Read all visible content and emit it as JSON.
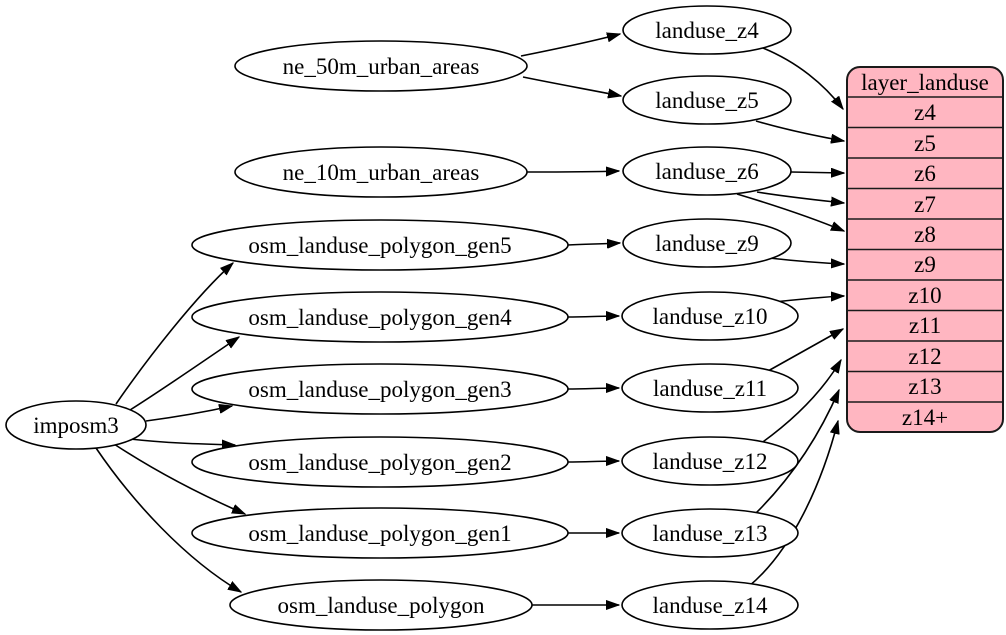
{
  "colors": {
    "record_fill": "#ffb6c1",
    "node_fill": "#ffffff",
    "stroke": "#000000",
    "background": "#ffffff"
  },
  "nodes": {
    "imposm3": {
      "label": "imposm3"
    },
    "ne_50m_urban_areas": {
      "label": "ne_50m_urban_areas"
    },
    "ne_10m_urban_areas": {
      "label": "ne_10m_urban_areas"
    },
    "osm_landuse_polygon_gen5": {
      "label": "osm_landuse_polygon_gen5"
    },
    "osm_landuse_polygon_gen4": {
      "label": "osm_landuse_polygon_gen4"
    },
    "osm_landuse_polygon_gen3": {
      "label": "osm_landuse_polygon_gen3"
    },
    "osm_landuse_polygon_gen2": {
      "label": "osm_landuse_polygon_gen2"
    },
    "osm_landuse_polygon_gen1": {
      "label": "osm_landuse_polygon_gen1"
    },
    "osm_landuse_polygon": {
      "label": "osm_landuse_polygon"
    },
    "landuse_z4": {
      "label": "landuse_z4"
    },
    "landuse_z5": {
      "label": "landuse_z5"
    },
    "landuse_z6": {
      "label": "landuse_z6"
    },
    "landuse_z9": {
      "label": "landuse_z9"
    },
    "landuse_z10": {
      "label": "landuse_z10"
    },
    "landuse_z11": {
      "label": "landuse_z11"
    },
    "landuse_z12": {
      "label": "landuse_z12"
    },
    "landuse_z13": {
      "label": "landuse_z13"
    },
    "landuse_z14": {
      "label": "landuse_z14"
    }
  },
  "record": {
    "title": "layer_landuse",
    "rows": [
      "z4",
      "z5",
      "z6",
      "z7",
      "z8",
      "z9",
      "z10",
      "z11",
      "z12",
      "z13",
      "z14+"
    ]
  },
  "edges": [
    {
      "from": "ne_50m_urban_areas",
      "to": "landuse_z4"
    },
    {
      "from": "ne_50m_urban_areas",
      "to": "landuse_z5"
    },
    {
      "from": "ne_10m_urban_areas",
      "to": "landuse_z6"
    },
    {
      "from": "imposm3",
      "to": "osm_landuse_polygon_gen5"
    },
    {
      "from": "imposm3",
      "to": "osm_landuse_polygon_gen4"
    },
    {
      "from": "imposm3",
      "to": "osm_landuse_polygon_gen3"
    },
    {
      "from": "imposm3",
      "to": "osm_landuse_polygon_gen2"
    },
    {
      "from": "imposm3",
      "to": "osm_landuse_polygon_gen1"
    },
    {
      "from": "imposm3",
      "to": "osm_landuse_polygon"
    },
    {
      "from": "osm_landuse_polygon_gen5",
      "to": "landuse_z9"
    },
    {
      "from": "osm_landuse_polygon_gen4",
      "to": "landuse_z10"
    },
    {
      "from": "osm_landuse_polygon_gen3",
      "to": "landuse_z11"
    },
    {
      "from": "osm_landuse_polygon_gen2",
      "to": "landuse_z12"
    },
    {
      "from": "osm_landuse_polygon_gen1",
      "to": "landuse_z13"
    },
    {
      "from": "osm_landuse_polygon",
      "to": "landuse_z14"
    },
    {
      "from": "landuse_z4",
      "to": "layer_landuse:z4"
    },
    {
      "from": "landuse_z5",
      "to": "layer_landuse:z5"
    },
    {
      "from": "landuse_z6",
      "to": "layer_landuse:z6"
    },
    {
      "from": "landuse_z6",
      "to": "layer_landuse:z7"
    },
    {
      "from": "landuse_z6",
      "to": "layer_landuse:z8"
    },
    {
      "from": "landuse_z9",
      "to": "layer_landuse:z9"
    },
    {
      "from": "landuse_z10",
      "to": "layer_landuse:z10"
    },
    {
      "from": "landuse_z11",
      "to": "layer_landuse:z11"
    },
    {
      "from": "landuse_z12",
      "to": "layer_landuse:z12"
    },
    {
      "from": "landuse_z13",
      "to": "layer_landuse:z13"
    },
    {
      "from": "landuse_z14",
      "to": "layer_landuse:z14+"
    }
  ]
}
